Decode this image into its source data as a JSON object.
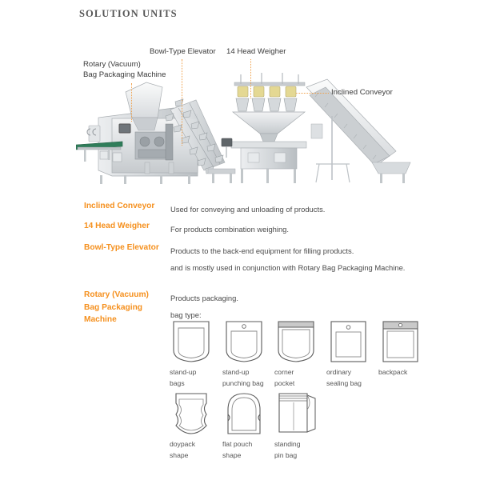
{
  "page": {
    "title": "SOLUTION  UNITS",
    "accent_color": "#f5901e",
    "leader_color": "#f0a04a",
    "text_color": "#4a4a4a"
  },
  "diagram": {
    "name": "packaging-line-illustration",
    "callouts": [
      {
        "id": "bowl",
        "label": "Bowl-Type Elevator"
      },
      {
        "id": "weigher",
        "label": "14 Head Weigher"
      },
      {
        "id": "rotary",
        "label_line1": "Rotary (Vacuum)",
        "label_line2": "Bag Packaging Machine"
      },
      {
        "id": "inclined",
        "label": "Inclined Conveyor"
      }
    ]
  },
  "descriptions": [
    {
      "term": "Inclined Conveyor",
      "lines": [
        "Used for conveying and unloading of products."
      ]
    },
    {
      "term": "14 Head Weigher",
      "lines": [
        "For products combination weighing."
      ]
    },
    {
      "term": "Bowl-Type Elevator",
      "lines": [
        "Products to the back-end equipment for filling products.",
        "and is mostly used in conjunction with Rotary Bag Packaging Machine."
      ]
    },
    {
      "term_line1": "Rotary (Vacuum)",
      "term_line2": "Bag Packaging",
      "term_line3": "Machine",
      "lines": [
        "Products packaging.",
        "bag type:"
      ]
    }
  ],
  "bag_types": {
    "heading": "bag type:",
    "row1": [
      {
        "name": "stand-up-bags",
        "label_line1": "stand-up",
        "label_line2": "bags",
        "shape": "standup"
      },
      {
        "name": "stand-up-punching-bag",
        "label_line1": "stand-up",
        "label_line2": "punching bag",
        "shape": "standup-hole"
      },
      {
        "name": "corner-pocket",
        "label_line1": "corner",
        "label_line2": "pocket",
        "shape": "corner-pocket"
      },
      {
        "name": "ordinary-sealing-bag",
        "label_line1": "ordinary",
        "label_line2": "sealing bag",
        "shape": "ordinary-hole"
      },
      {
        "name": "backpack",
        "label_line1": "backpack",
        "label_line2": "",
        "shape": "backpack"
      }
    ],
    "row2": [
      {
        "name": "doypack-shape",
        "label_line1": "doypack",
        "label_line2": "shape",
        "shape": "doypack"
      },
      {
        "name": "flat-pouch-shape",
        "label_line1": "flat pouch",
        "label_line2": "shape",
        "shape": "flat-pouch"
      },
      {
        "name": "standing-pin-bag",
        "label_line1": "standing",
        "label_line2": "pin bag",
        "shape": "standing-pin"
      }
    ]
  }
}
